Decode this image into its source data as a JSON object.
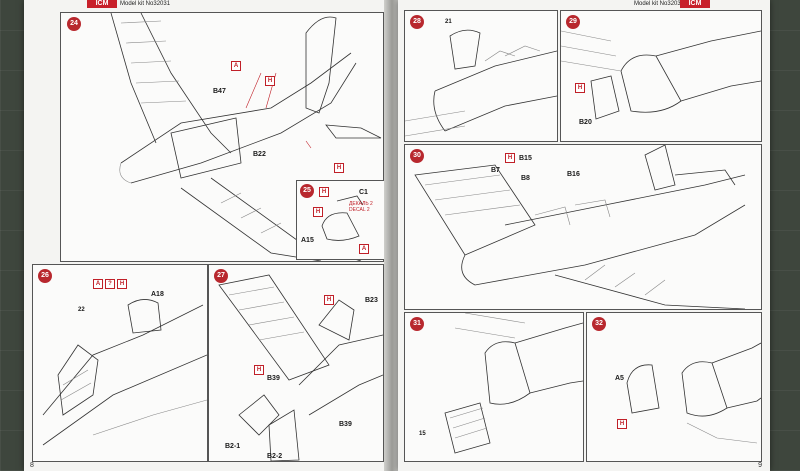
{
  "brand": "ICM",
  "kit_label": "Model kit No",
  "kit_number": "32031",
  "page_left": "8",
  "page_right": "9",
  "steps": {
    "s24": {
      "num": "24",
      "parts": [
        "B47",
        "B22"
      ],
      "marks": [
        "A",
        "H",
        "H"
      ]
    },
    "s25": {
      "num": "25",
      "parts": [
        "C1",
        "A15"
      ],
      "marks": [
        "H",
        "H",
        "A"
      ],
      "decal": [
        "ДЕКАЛЬ 2",
        "DECAL 2"
      ]
    },
    "s26": {
      "num": "26",
      "parts": [
        "A18",
        "22"
      ],
      "marks": [
        "A",
        "?",
        "H"
      ]
    },
    "s27": {
      "num": "27",
      "parts": [
        "B23",
        "B39",
        "B39",
        "B2-1",
        "B2-2"
      ],
      "marks": [
        "H",
        "H"
      ]
    },
    "s28": {
      "num": "28",
      "parts": [
        "21"
      ]
    },
    "s29": {
      "num": "29",
      "parts": [
        "B20"
      ],
      "marks": [
        "H"
      ]
    },
    "s30": {
      "num": "30",
      "parts": [
        "B15",
        "B7",
        "B8",
        "B16"
      ],
      "marks": [
        "H"
      ]
    },
    "s31": {
      "num": "31",
      "parts": [
        "15"
      ]
    },
    "s32": {
      "num": "32",
      "parts": [
        "A5"
      ],
      "marks": [
        "H"
      ]
    }
  },
  "colors": {
    "accent": "#b8282e",
    "paper": "#f4f4f2",
    "mat": "#3e463d"
  }
}
